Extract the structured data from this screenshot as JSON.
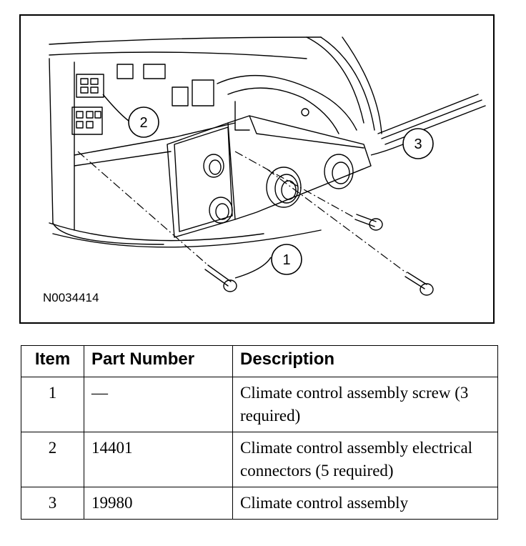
{
  "figure": {
    "id": "N0034414",
    "callouts": [
      "1",
      "2",
      "3"
    ]
  },
  "table": {
    "headers": [
      "Item",
      "Part Number",
      "Description"
    ],
    "rows": [
      {
        "item": "1",
        "part": "—",
        "desc": "Climate control assembly screw (3 required)"
      },
      {
        "item": "2",
        "part": "14401",
        "desc": "Climate control assembly electrical connectors (5 required)"
      },
      {
        "item": "3",
        "part": "19980",
        "desc": "Climate control assembly"
      }
    ]
  }
}
